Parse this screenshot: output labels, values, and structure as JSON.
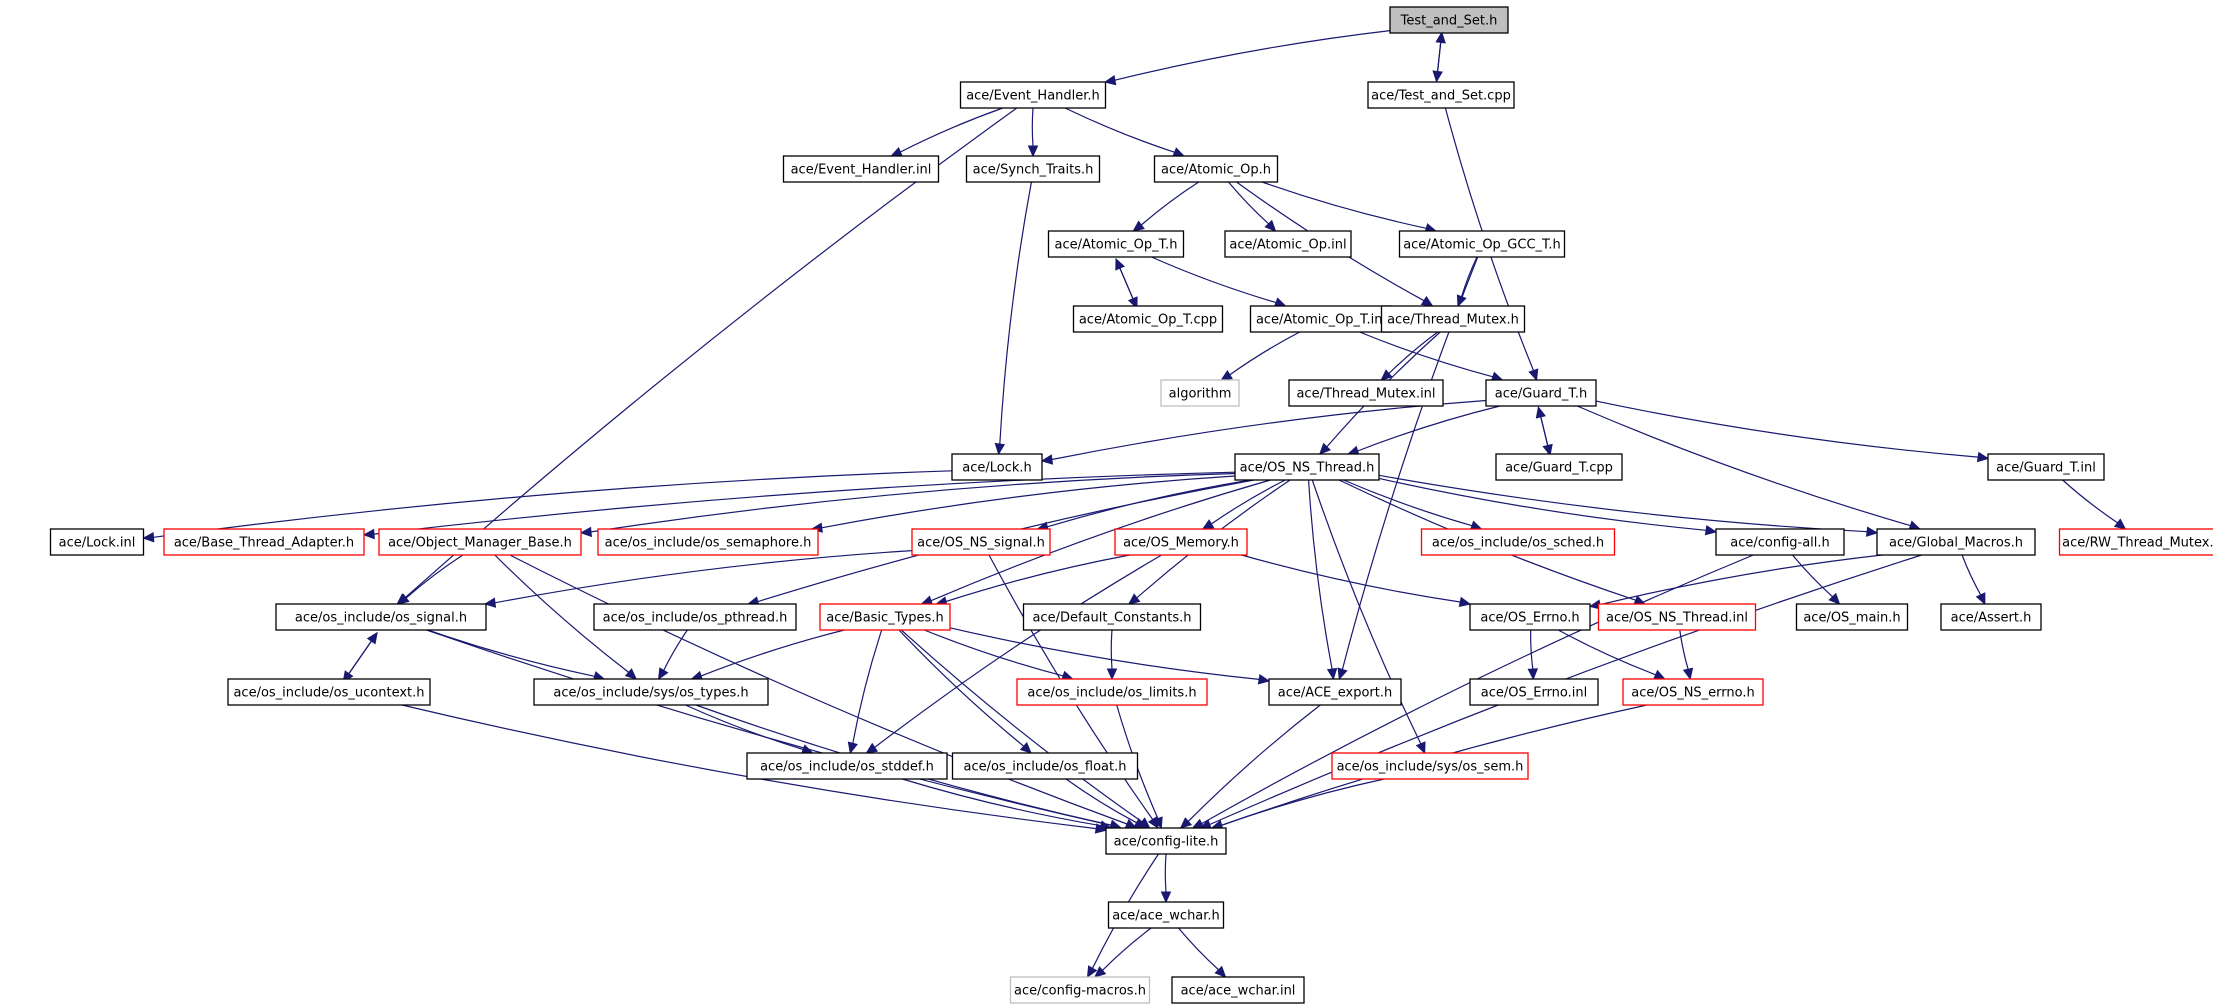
{
  "graph": {
    "edge_color": "#191970",
    "root_fill": "#bfbfbf",
    "missing_doc_border": "#ff0000",
    "external_border": "#bfbfbf",
    "nodes": [
      {
        "id": "test_and_set_h",
        "label": "Test_and_Set.h",
        "style": "root"
      },
      {
        "id": "event_handler_h",
        "label": "ace/Event_Handler.h",
        "style": "normal"
      },
      {
        "id": "test_and_set_cpp",
        "label": "ace/Test_and_Set.cpp",
        "style": "normal"
      },
      {
        "id": "event_handler_inl",
        "label": "ace/Event_Handler.inl",
        "style": "normal"
      },
      {
        "id": "synch_traits_h",
        "label": "ace/Synch_Traits.h",
        "style": "normal"
      },
      {
        "id": "atomic_op_h",
        "label": "ace/Atomic_Op.h",
        "style": "normal"
      },
      {
        "id": "atomic_op_t_h",
        "label": "ace/Atomic_Op_T.h",
        "style": "normal"
      },
      {
        "id": "atomic_op_inl",
        "label": "ace/Atomic_Op.inl",
        "style": "normal"
      },
      {
        "id": "atomic_op_gcc_t_h",
        "label": "ace/Atomic_Op_GCC_T.h",
        "style": "normal"
      },
      {
        "id": "atomic_op_t_cpp",
        "label": "ace/Atomic_Op_T.cpp",
        "style": "normal"
      },
      {
        "id": "atomic_op_t_inl",
        "label": "ace/Atomic_Op_T.inl",
        "style": "normal"
      },
      {
        "id": "thread_mutex_h",
        "label": "ace/Thread_Mutex.h",
        "style": "normal"
      },
      {
        "id": "algorithm",
        "label": "algorithm",
        "style": "gray"
      },
      {
        "id": "thread_mutex_inl",
        "label": "ace/Thread_Mutex.inl",
        "style": "normal"
      },
      {
        "id": "guard_t_h",
        "label": "ace/Guard_T.h",
        "style": "normal"
      },
      {
        "id": "lock_h",
        "label": "ace/Lock.h",
        "style": "normal"
      },
      {
        "id": "os_ns_thread_h",
        "label": "ace/OS_NS_Thread.h",
        "style": "normal"
      },
      {
        "id": "guard_t_cpp",
        "label": "ace/Guard_T.cpp",
        "style": "normal"
      },
      {
        "id": "guard_t_inl",
        "label": "ace/Guard_T.inl",
        "style": "normal"
      },
      {
        "id": "lock_inl",
        "label": "ace/Lock.inl",
        "style": "normal"
      },
      {
        "id": "base_thread_adapter_h",
        "label": "ace/Base_Thread_Adapter.h",
        "style": "red"
      },
      {
        "id": "object_manager_base_h",
        "label": "ace/Object_Manager_Base.h",
        "style": "red"
      },
      {
        "id": "os_semaphore_h",
        "label": "ace/os_include/os_semaphore.h",
        "style": "red"
      },
      {
        "id": "os_ns_signal_h",
        "label": "ace/OS_NS_signal.h",
        "style": "red"
      },
      {
        "id": "os_memory_h",
        "label": "ace/OS_Memory.h",
        "style": "red"
      },
      {
        "id": "os_sched_h",
        "label": "ace/os_include/os_sched.h",
        "style": "red"
      },
      {
        "id": "config_all_h",
        "label": "ace/config-all.h",
        "style": "normal"
      },
      {
        "id": "global_macros_h",
        "label": "ace/Global_Macros.h",
        "style": "normal"
      },
      {
        "id": "rw_thread_mutex_h",
        "label": "ace/RW_Thread_Mutex.h",
        "style": "red"
      },
      {
        "id": "os_signal_h",
        "label": "ace/os_include/os_signal.h",
        "style": "normal"
      },
      {
        "id": "os_pthread_h",
        "label": "ace/os_include/os_pthread.h",
        "style": "normal"
      },
      {
        "id": "basic_types_h",
        "label": "ace/Basic_Types.h",
        "style": "red"
      },
      {
        "id": "default_constants_h",
        "label": "ace/Default_Constants.h",
        "style": "normal"
      },
      {
        "id": "os_errno_h",
        "label": "ace/OS_Errno.h",
        "style": "normal"
      },
      {
        "id": "os_ns_thread_inl",
        "label": "ace/OS_NS_Thread.inl",
        "style": "red"
      },
      {
        "id": "os_main_h",
        "label": "ace/OS_main.h",
        "style": "normal"
      },
      {
        "id": "assert_h",
        "label": "ace/Assert.h",
        "style": "normal"
      },
      {
        "id": "os_ucontext_h",
        "label": "ace/os_include/os_ucontext.h",
        "style": "normal"
      },
      {
        "id": "os_types_h",
        "label": "ace/os_include/sys/os_types.h",
        "style": "normal"
      },
      {
        "id": "os_limits_h",
        "label": "ace/os_include/os_limits.h",
        "style": "red"
      },
      {
        "id": "ace_export_h",
        "label": "ace/ACE_export.h",
        "style": "normal"
      },
      {
        "id": "os_errno_inl",
        "label": "ace/OS_Errno.inl",
        "style": "normal"
      },
      {
        "id": "os_ns_errno_h",
        "label": "ace/OS_NS_errno.h",
        "style": "red"
      },
      {
        "id": "os_stddef_h",
        "label": "ace/os_include/os_stddef.h",
        "style": "normal"
      },
      {
        "id": "os_float_h",
        "label": "ace/os_include/os_float.h",
        "style": "normal"
      },
      {
        "id": "os_sem_h",
        "label": "ace/os_include/sys/os_sem.h",
        "style": "red"
      },
      {
        "id": "config_lite_h",
        "label": "ace/config-lite.h",
        "style": "normal"
      },
      {
        "id": "ace_wchar_h",
        "label": "ace/ace_wchar.h",
        "style": "normal"
      },
      {
        "id": "config_macros_h",
        "label": "ace/config-macros.h",
        "style": "gray"
      },
      {
        "id": "ace_wchar_inl",
        "label": "ace/ace_wchar.inl",
        "style": "normal"
      }
    ],
    "edges": [
      [
        "test_and_set_h",
        "event_handler_h"
      ],
      [
        "test_and_set_h",
        "test_and_set_cpp"
      ],
      [
        "test_and_set_cpp",
        "test_and_set_h"
      ],
      [
        "test_and_set_cpp",
        "guard_t_h"
      ],
      [
        "event_handler_h",
        "event_handler_inl"
      ],
      [
        "event_handler_h",
        "synch_traits_h"
      ],
      [
        "event_handler_h",
        "atomic_op_h"
      ],
      [
        "event_handler_h",
        "os_signal_h"
      ],
      [
        "synch_traits_h",
        "lock_h"
      ],
      [
        "atomic_op_h",
        "atomic_op_t_h"
      ],
      [
        "atomic_op_h",
        "atomic_op_inl"
      ],
      [
        "atomic_op_h",
        "atomic_op_gcc_t_h"
      ],
      [
        "atomic_op_h",
        "thread_mutex_h"
      ],
      [
        "atomic_op_t_h",
        "atomic_op_t_cpp"
      ],
      [
        "atomic_op_t_cpp",
        "atomic_op_t_h"
      ],
      [
        "atomic_op_t_h",
        "atomic_op_t_inl"
      ],
      [
        "atomic_op_t_inl",
        "algorithm"
      ],
      [
        "atomic_op_t_inl",
        "guard_t_h"
      ],
      [
        "atomic_op_gcc_t_h",
        "thread_mutex_h"
      ],
      [
        "atomic_op_gcc_t_h",
        "ace_export_h"
      ],
      [
        "thread_mutex_h",
        "thread_mutex_inl"
      ],
      [
        "thread_mutex_h",
        "os_ns_thread_h"
      ],
      [
        "guard_t_h",
        "lock_h"
      ],
      [
        "guard_t_h",
        "os_ns_thread_h"
      ],
      [
        "guard_t_h",
        "guard_t_cpp"
      ],
      [
        "guard_t_cpp",
        "guard_t_h"
      ],
      [
        "guard_t_h",
        "guard_t_inl"
      ],
      [
        "guard_t_h",
        "global_macros_h"
      ],
      [
        "guard_t_inl",
        "rw_thread_mutex_h"
      ],
      [
        "lock_h",
        "lock_inl"
      ],
      [
        "os_ns_thread_h",
        "base_thread_adapter_h"
      ],
      [
        "os_ns_thread_h",
        "object_manager_base_h"
      ],
      [
        "os_ns_thread_h",
        "os_semaphore_h"
      ],
      [
        "os_ns_thread_h",
        "os_ns_signal_h"
      ],
      [
        "os_ns_thread_h",
        "os_memory_h"
      ],
      [
        "os_ns_thread_h",
        "os_sched_h"
      ],
      [
        "os_ns_thread_h",
        "config_all_h"
      ],
      [
        "os_ns_thread_h",
        "global_macros_h"
      ],
      [
        "os_ns_thread_h",
        "os_pthread_h"
      ],
      [
        "os_ns_thread_h",
        "basic_types_h"
      ],
      [
        "os_ns_thread_h",
        "default_constants_h"
      ],
      [
        "os_ns_thread_h",
        "ace_export_h"
      ],
      [
        "os_ns_thread_h",
        "os_ns_thread_inl"
      ],
      [
        "os_ns_thread_h",
        "os_sem_h"
      ],
      [
        "object_manager_base_h",
        "os_signal_h"
      ],
      [
        "object_manager_base_h",
        "os_types_h"
      ],
      [
        "object_manager_base_h",
        "config_lite_h"
      ],
      [
        "os_ns_signal_h",
        "os_signal_h"
      ],
      [
        "os_ns_signal_h",
        "config_lite_h"
      ],
      [
        "os_memory_h",
        "basic_types_h"
      ],
      [
        "os_memory_h",
        "os_errno_h"
      ],
      [
        "os_memory_h",
        "os_stddef_h"
      ],
      [
        "config_all_h",
        "os_main_h"
      ],
      [
        "config_all_h",
        "config_lite_h"
      ],
      [
        "global_macros_h",
        "os_errno_h"
      ],
      [
        "global_macros_h",
        "assert_h"
      ],
      [
        "global_macros_h",
        "config_lite_h"
      ],
      [
        "os_signal_h",
        "os_ucontext_h"
      ],
      [
        "os_ucontext_h",
        "os_signal_h"
      ],
      [
        "os_signal_h",
        "os_types_h"
      ],
      [
        "os_signal_h",
        "config_lite_h"
      ],
      [
        "os_pthread_h",
        "os_types_h"
      ],
      [
        "basic_types_h",
        "os_types_h"
      ],
      [
        "basic_types_h",
        "os_limits_h"
      ],
      [
        "basic_types_h",
        "ace_export_h"
      ],
      [
        "basic_types_h",
        "os_stddef_h"
      ],
      [
        "basic_types_h",
        "os_float_h"
      ],
      [
        "basic_types_h",
        "config_lite_h"
      ],
      [
        "default_constants_h",
        "os_limits_h"
      ],
      [
        "os_errno_h",
        "os_errno_inl"
      ],
      [
        "os_errno_h",
        "os_ns_errno_h"
      ],
      [
        "os_ns_thread_inl",
        "os_ns_errno_h"
      ],
      [
        "os_ucontext_h",
        "config_lite_h"
      ],
      [
        "os_types_h",
        "os_stddef_h"
      ],
      [
        "os_types_h",
        "config_lite_h"
      ],
      [
        "os_limits_h",
        "config_lite_h"
      ],
      [
        "ace_export_h",
        "config_lite_h"
      ],
      [
        "os_ns_errno_h",
        "config_lite_h"
      ],
      [
        "os_stddef_h",
        "config_lite_h"
      ],
      [
        "os_float_h",
        "config_lite_h"
      ],
      [
        "os_sem_h",
        "config_lite_h"
      ],
      [
        "config_lite_h",
        "ace_wchar_h"
      ],
      [
        "config_lite_h",
        "config_macros_h"
      ],
      [
        "ace_wchar_h",
        "config_macros_h"
      ],
      [
        "ace_wchar_h",
        "ace_wchar_inl"
      ]
    ]
  }
}
